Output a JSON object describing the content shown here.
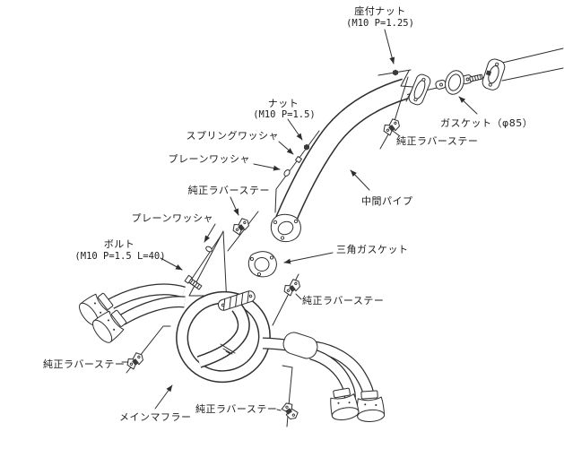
{
  "diagram": {
    "background_color": "#ffffff",
    "line_color": "#2e2e2e",
    "parts": {
      "seat_nut": {
        "label": "座付ナット",
        "spec": "(M10 P=1.25)"
      },
      "nut": {
        "label": "ナット",
        "spec": "(M10 P=1.5)"
      },
      "spring_washer": {
        "label": "スプリングワッシャ"
      },
      "plain_washer_upper": {
        "label": "プレーンワッシャ"
      },
      "plain_washer_lower": {
        "label": "プレーンワッシャ"
      },
      "bolt": {
        "label": "ボルト",
        "spec": "(M10 P=1.5 L=40)"
      },
      "gasket_85": {
        "label": "ガスケット（φ85）"
      },
      "intermediate_pipe": {
        "label": "中間パイプ"
      },
      "triangle_gasket": {
        "label": "三角ガスケット"
      },
      "oem_rubber_stay_top": {
        "label": "純正ラバーステー"
      },
      "oem_rubber_stay_mid": {
        "label": "純正ラバーステー"
      },
      "oem_rubber_stay_right": {
        "label": "純正ラバーステー"
      },
      "oem_rubber_stay_left": {
        "label": "純正ラバーステー"
      },
      "oem_rubber_stay_bottom": {
        "label": "純正ラバーステー"
      },
      "main_muffler": {
        "label": "メインマフラー"
      }
    }
  }
}
